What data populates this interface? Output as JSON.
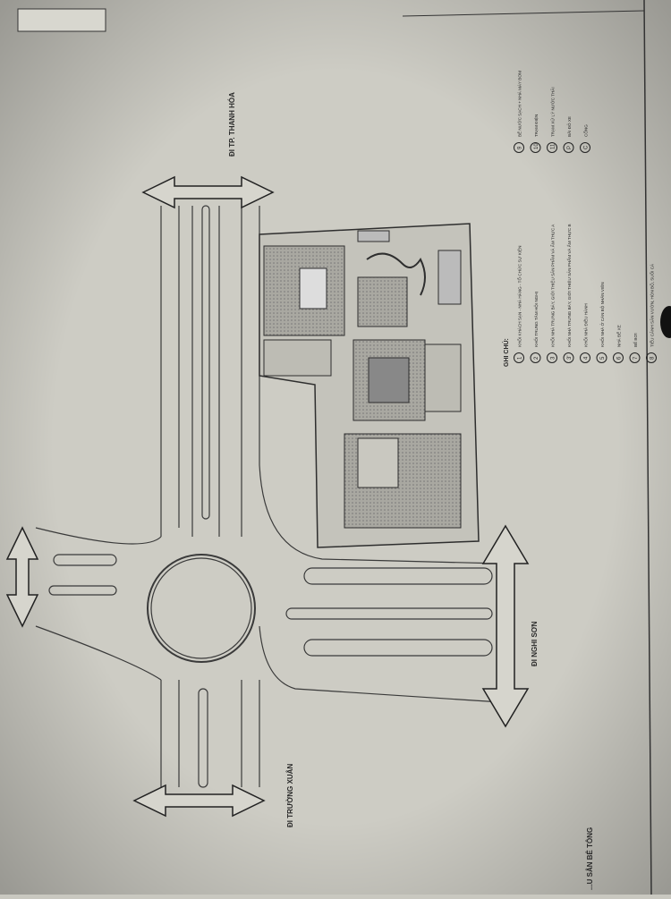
{
  "directions": {
    "north": "ĐI TP. THANH HÓA",
    "east": "ĐI NGHI SƠN",
    "south": "ĐI TRƯỜNG XUÂN"
  },
  "legend": {
    "title": "GHI CHÚ:",
    "items": [
      {
        "num": "1",
        "label": "KHỐI KHÁCH SẠN - NHÀ HÀNG - TỔ CHỨC SỰ KIỆN"
      },
      {
        "num": "2",
        "label": "KHỐI TRUNG TÂM HỘI NGHỊ"
      },
      {
        "num": "3",
        "label": "KHỐI NHÀ TRƯNG BÀY, GIỚI THIỆU SẢN PHẨM VÀ ẨM THỰC A"
      },
      {
        "num": "3'",
        "label": "KHỐI NHÀ TRƯNG BÀY, GIỚI THIỆU SẢN PHẨM VÀ ẨM THỰC B"
      },
      {
        "num": "4",
        "label": "KHỐI NHÀ ĐIỀU HÀNH"
      },
      {
        "num": "5",
        "label": "KHỐI NHÀ Ở CÁN BỘ NHÂN VIÊN"
      },
      {
        "num": "6",
        "label": "NHÀ ĐỂ XE"
      },
      {
        "num": "7",
        "label": "BỂ BƠI"
      },
      {
        "num": "8",
        "label": "TIỂU CẢNH SÂN VƯỜN, HÒN BỘ, SUỐI CÁ"
      }
    ],
    "items2": [
      {
        "num": "9",
        "label": "BỂ NƯỚC SẠCH + NHÀ MÁY BƠM"
      },
      {
        "num": "10",
        "label": "TRẠM ĐIỆN"
      },
      {
        "num": "11",
        "label": "TRẠM XỬ LÝ NƯỚC THẢI"
      },
      {
        "num": "P",
        "label": "BÃI ĐỖ XE"
      },
      {
        "num": "C",
        "label": "CỔNG"
      }
    ]
  },
  "notes": {
    "pavement_title": "...U SÂN BÊ TÔNG"
  }
}
